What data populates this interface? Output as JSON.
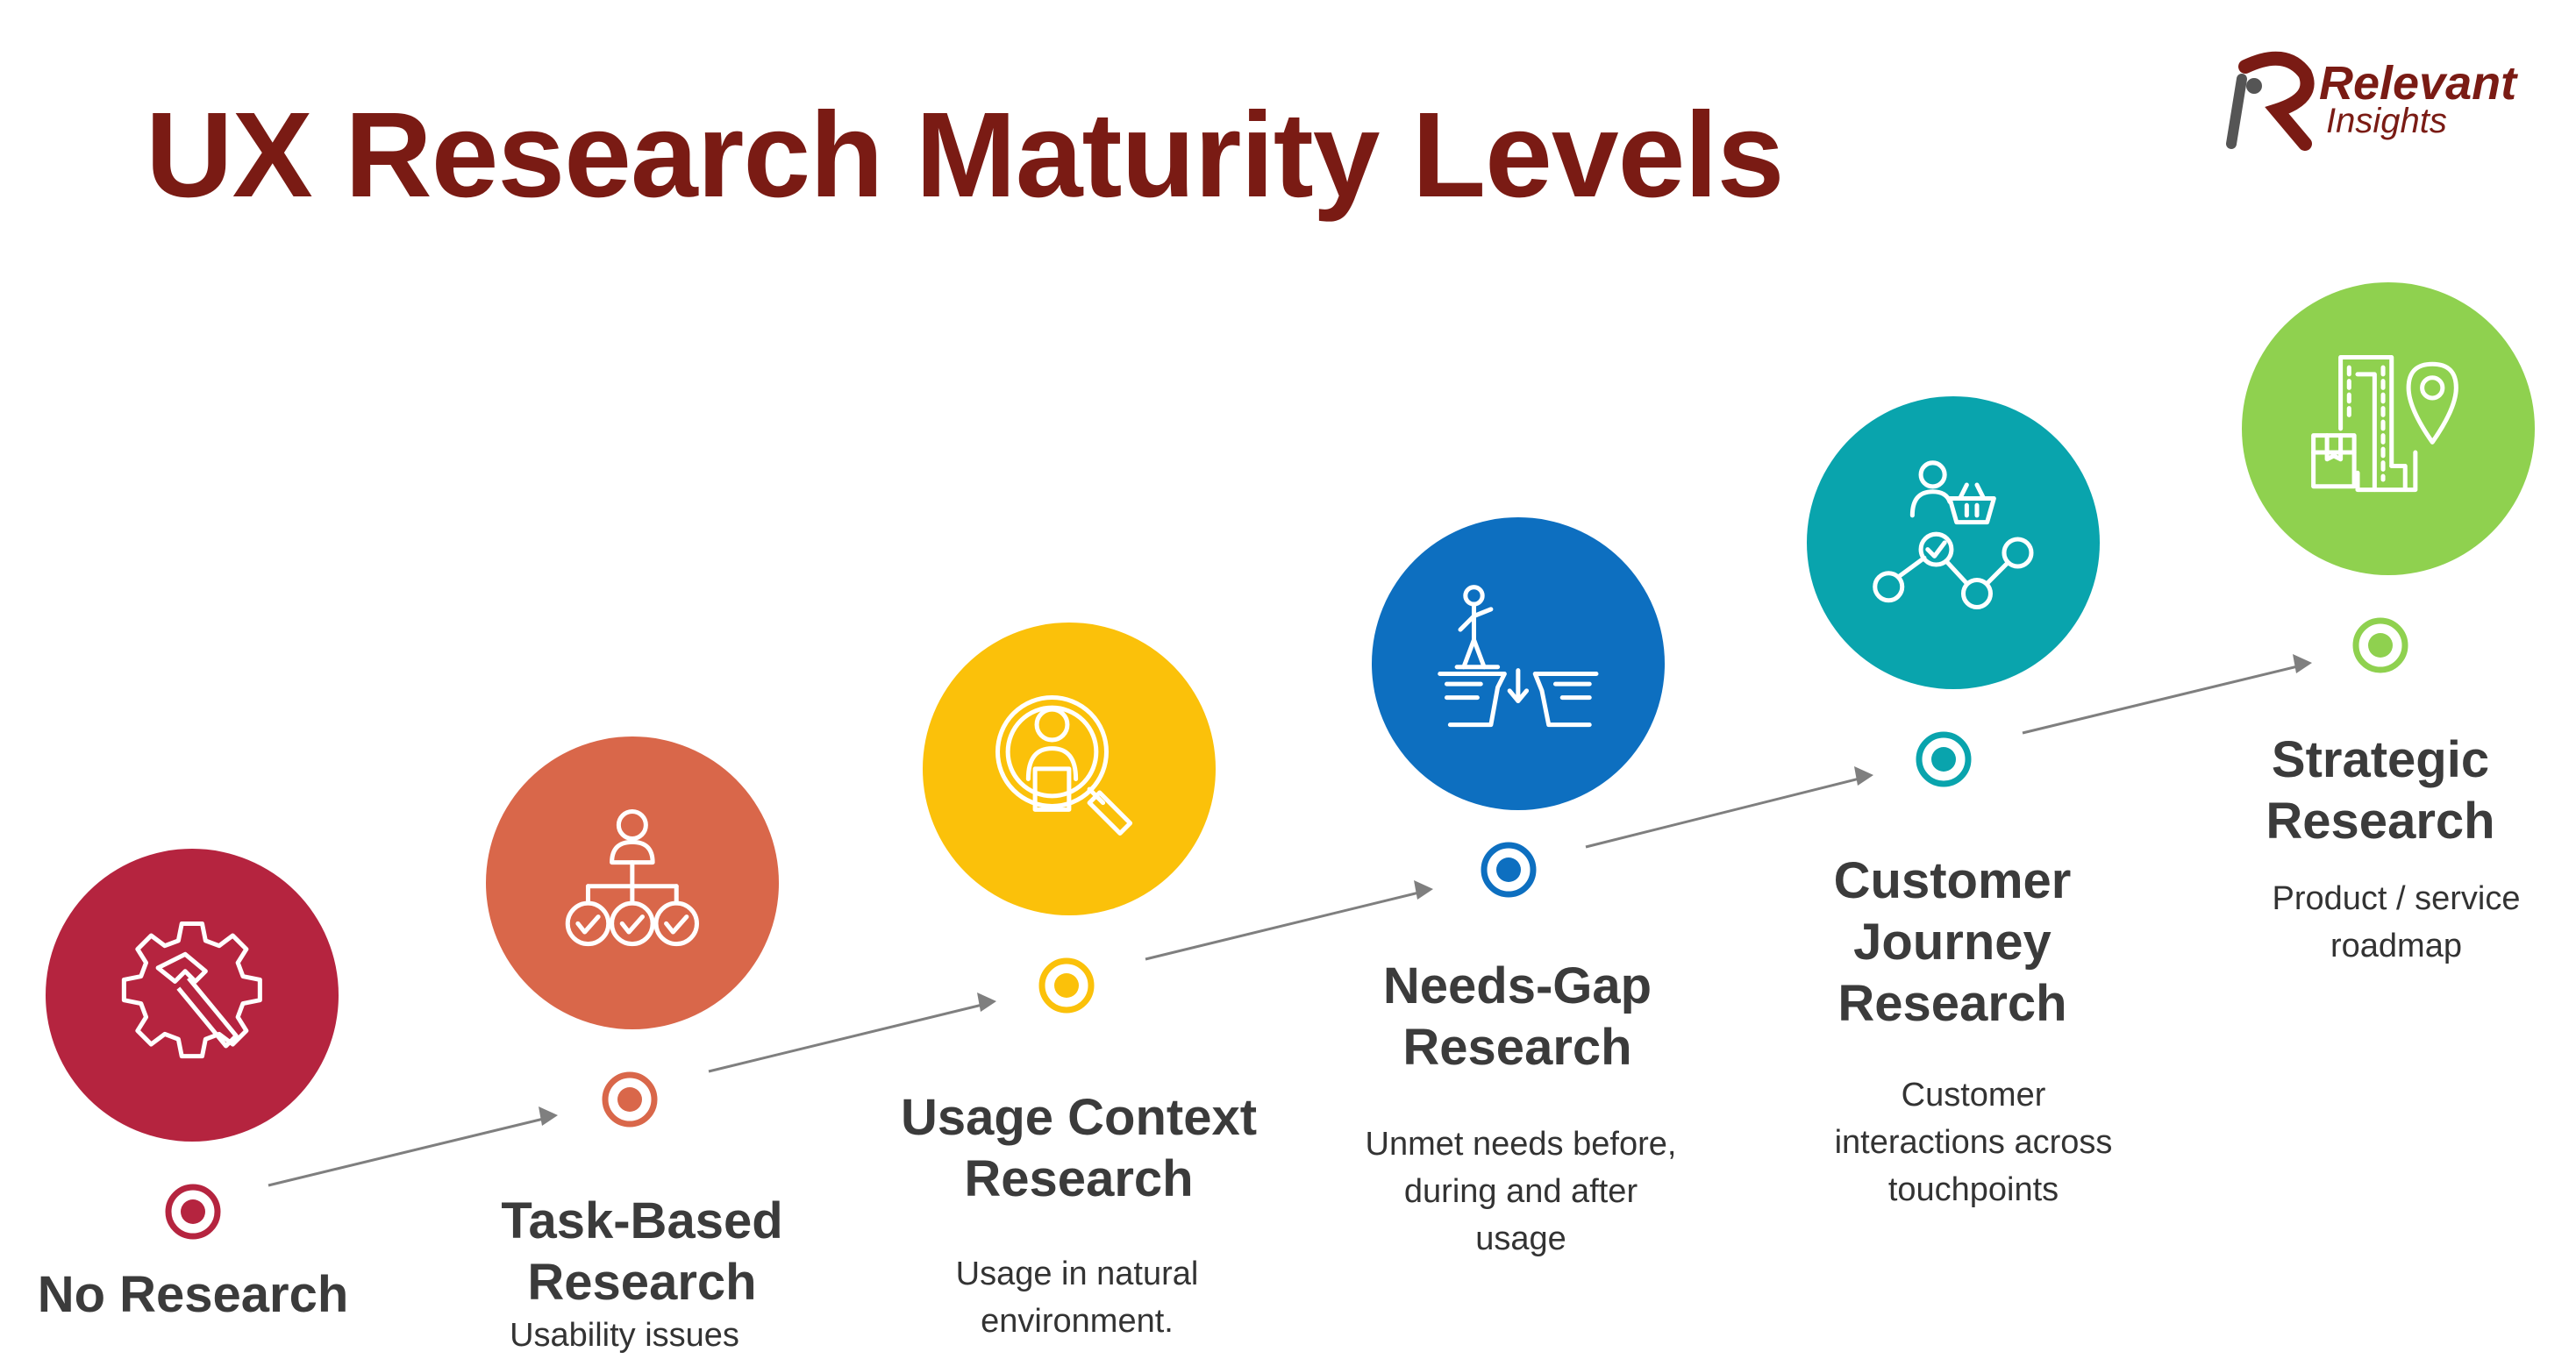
{
  "title": "UX Research Maturity Levels",
  "logo": {
    "line1": "Relevant",
    "line2": "Insights"
  },
  "levels": [
    {
      "label_lines": [
        "No Research"
      ],
      "desc_lines": [],
      "color": "#b5243f",
      "icon": "gear-hammer-icon"
    },
    {
      "label_lines": [
        "Task-Based",
        "Research"
      ],
      "desc_lines": [
        "Usability issues"
      ],
      "color": "#d9674a",
      "icon": "hierarchy-checkmarks-icon"
    },
    {
      "label_lines": [
        "Usage Context",
        "Research"
      ],
      "desc_lines": [
        "Usage in natural",
        "environment."
      ],
      "color": "#fbc10a",
      "icon": "person-magnifier-icon"
    },
    {
      "label_lines": [
        "Needs-Gap",
        "Research"
      ],
      "desc_lines": [
        "Unmet needs before,",
        "during and after",
        "usage"
      ],
      "color": "#0d6fc0",
      "icon": "person-cliff-gap-icon"
    },
    {
      "label_lines": [
        "Customer",
        "Journey",
        "Research"
      ],
      "desc_lines": [
        "Customer",
        "interactions across",
        "touchpoints"
      ],
      "color": "#09a4ad",
      "icon": "customer-journey-icon"
    },
    {
      "label_lines": [
        "Strategic",
        "Research"
      ],
      "desc_lines": [
        "Product / service",
        "roadmap"
      ],
      "color": "#8fd14f",
      "icon": "roadmap-location-icon"
    }
  ]
}
